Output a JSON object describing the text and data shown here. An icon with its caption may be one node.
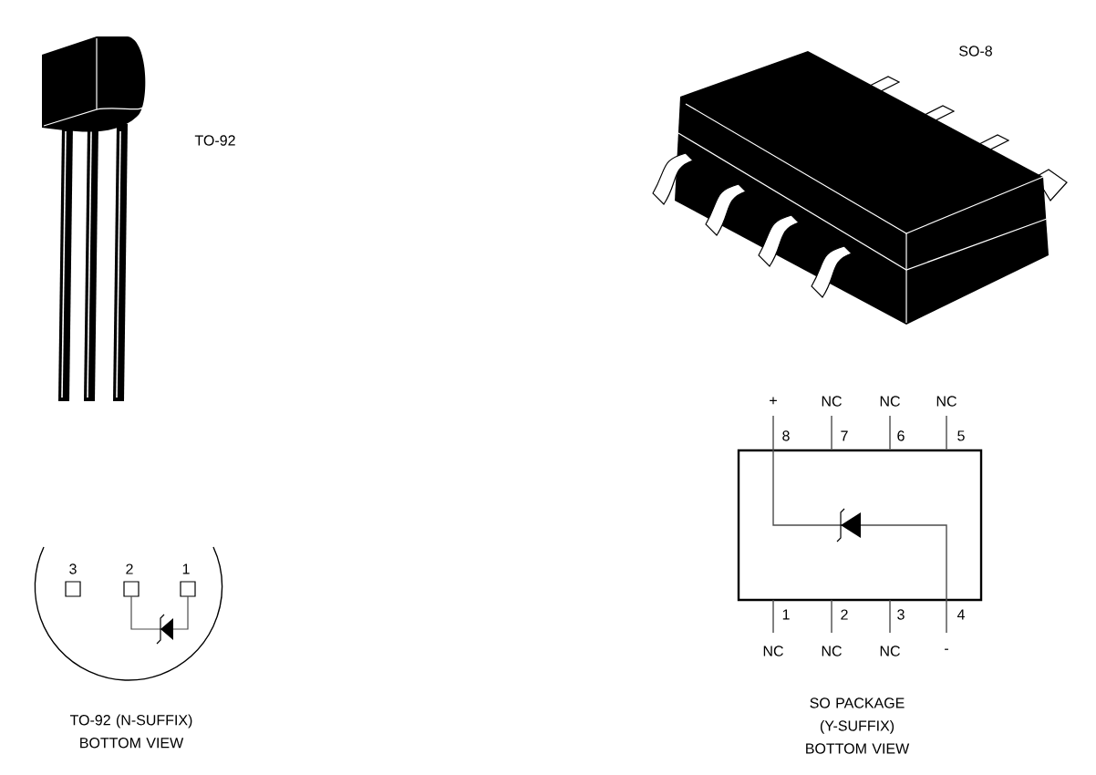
{
  "diagram": {
    "labels": [
      "SO-8",
      "TO-92",
      "+",
      "NC",
      "NC",
      "NC",
      "8",
      "7",
      "6",
      "5",
      "3",
      "2",
      "1",
      "1",
      "2",
      "3",
      "4",
      "NC",
      "NC",
      "NC",
      "-",
      "SO PACKAGE (Y-SUFFIX) BOTTOM VIEW",
      "TO-92 (N-SUFFIX) BOTTOM VIEW"
    ]
  }
}
